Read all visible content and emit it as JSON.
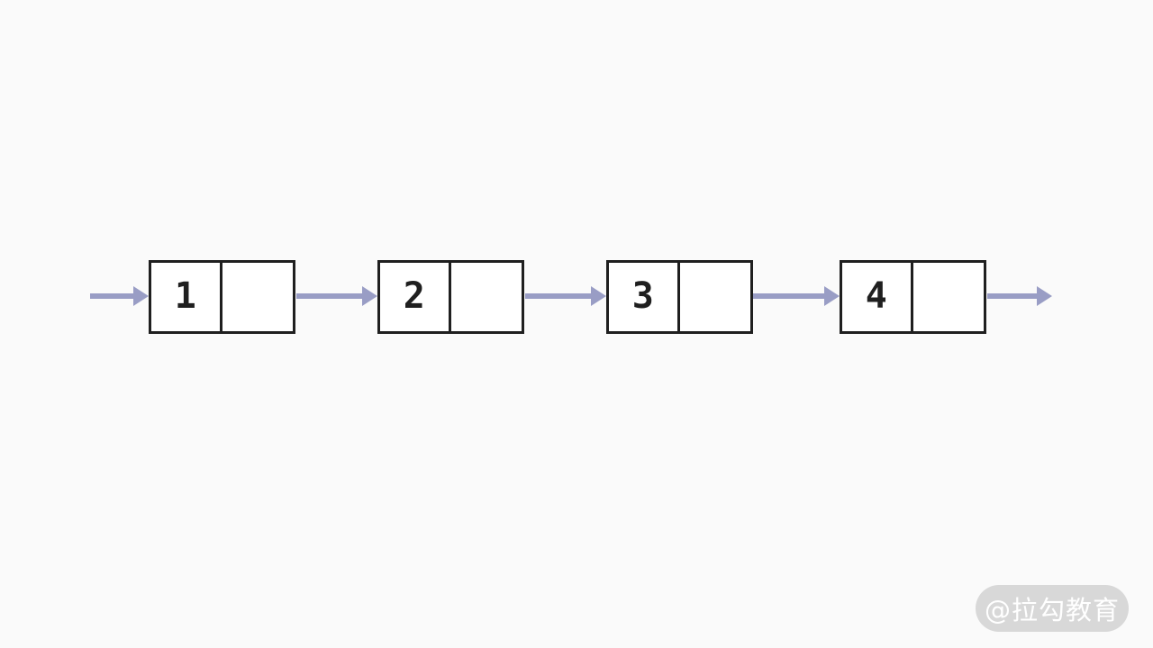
{
  "diagram": {
    "type": "singly-linked-list",
    "description": "Four linked-list nodes, each split into a data cell and an empty pointer cell, connected left-to-right by arrows with an incoming head arrow and an outgoing tail arrow",
    "nodes": [
      {
        "value": "1",
        "pointer": ""
      },
      {
        "value": "2",
        "pointer": ""
      },
      {
        "value": "3",
        "pointer": ""
      },
      {
        "value": "4",
        "pointer": ""
      }
    ],
    "arrows": [
      {
        "name": "head-arrow",
        "from": "start",
        "to": "node-1"
      },
      {
        "name": "arrow-1-2",
        "from": "node-1",
        "to": "node-2"
      },
      {
        "name": "arrow-2-3",
        "from": "node-2",
        "to": "node-3"
      },
      {
        "name": "arrow-3-4",
        "from": "node-3",
        "to": "node-4"
      },
      {
        "name": "tail-arrow",
        "from": "node-4",
        "to": "end"
      }
    ],
    "colors": {
      "arrow": "#999dc5",
      "node_border": "#1f1f1f",
      "node_fill": "#ffffff",
      "value_text": "#1f1f1f",
      "background": "#fafafa"
    }
  },
  "watermark": {
    "text": "@拉勾教育",
    "background": "#d8d8d8",
    "text_color": "#ffffff"
  }
}
